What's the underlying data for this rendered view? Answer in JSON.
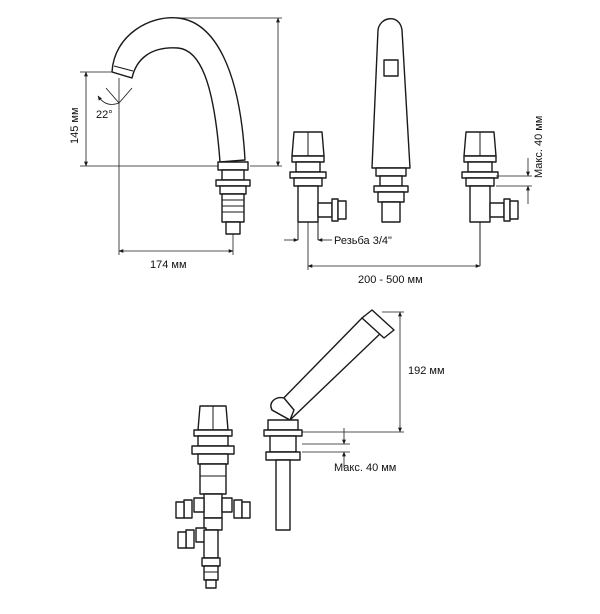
{
  "dimensions": {
    "spout_height": "145 мм",
    "spout_angle": "22°",
    "spout_reach": "174 мм",
    "thread": "Резьба 3/4\"",
    "spacing": "200 - 500 мм",
    "max_top": "Макс. 40 мм",
    "shower_height": "192 мм",
    "max_bottom": "Макс. 40 мм"
  },
  "colors": {
    "line": "#1a1a1a",
    "background": "#ffffff"
  }
}
